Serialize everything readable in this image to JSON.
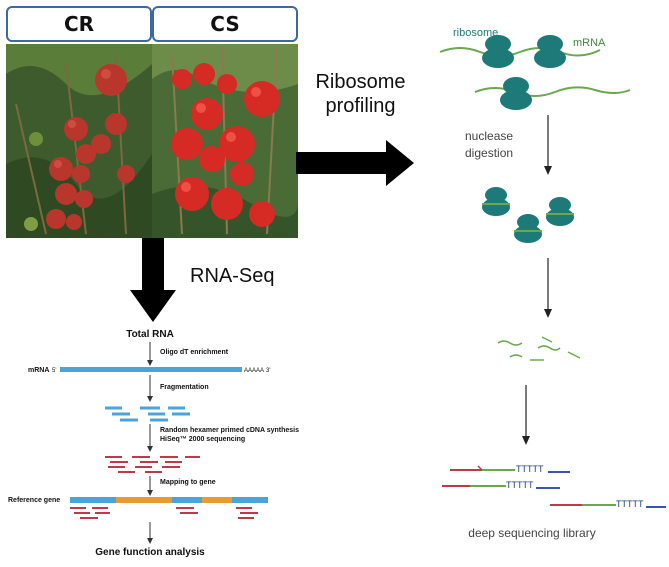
{
  "photos": {
    "left_label": "CR",
    "right_label": "CS"
  },
  "arrows": {
    "ribosome_profiling": "Ribosome profiling",
    "ribosome_line1": "Ribosome",
    "ribosome_line2": "profiling",
    "rna_seq": "RNA-Seq"
  },
  "rnaseq_workflow": {
    "total_rna": "Total RNA",
    "step_enrichment": "Oligo dT enrichment",
    "mrna_label": "mRNA",
    "five_prime": "5'",
    "poly_a": "AAAAA",
    "three_prime": "3'",
    "step_fragmentation": "Fragmentation",
    "step_cdna": "Random hexamer primed cDNA synthesis",
    "step_hiseq": "HiSeq™ 2000 sequencing",
    "step_mapping": "Mapping to gene",
    "reference_gene": "Reference gene",
    "final": "Gene function analysis"
  },
  "ribo_workflow": {
    "ribosome_label": "ribosome",
    "mrna_label": "mRNA",
    "nuclease_line1": "nuclease",
    "nuclease_line2": "digestion",
    "final": "deep sequencing library",
    "poly_t": "TTTTT"
  },
  "colors": {
    "tab_border": "#3b6aa0",
    "ribosome": "#1d7a78",
    "mrna_line": "#6aa84f",
    "read_red": "#c0394b",
    "read_blue": "#3a7bbf",
    "gene_orange": "#e89a33",
    "gene_blue": "#4aa3d9"
  }
}
